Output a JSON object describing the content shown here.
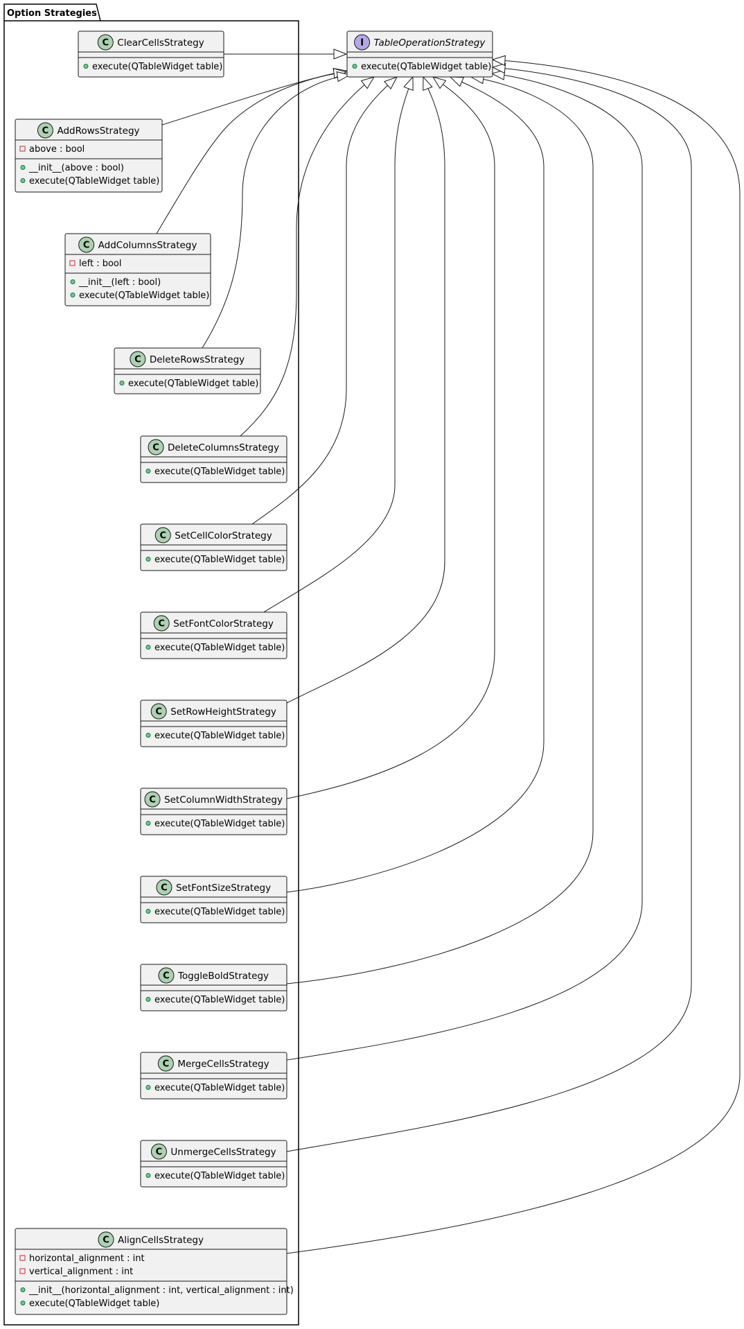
{
  "package": {
    "label": "Option Strategies"
  },
  "interface": {
    "name": "TableOperationStrategy",
    "badge": "I",
    "methods": [
      "execute(QTableWidget table)"
    ]
  },
  "classes": [
    {
      "name": "ClearCellsStrategy",
      "badge": "C",
      "fields": [],
      "methods": [
        "execute(QTableWidget table)"
      ]
    },
    {
      "name": "AddRowsStrategy",
      "badge": "C",
      "fields": [
        "above : bool"
      ],
      "methods": [
        "__init__(above : bool)",
        "execute(QTableWidget table)"
      ]
    },
    {
      "name": "AddColumnsStrategy",
      "badge": "C",
      "fields": [
        "left : bool"
      ],
      "methods": [
        "__init__(left : bool)",
        "execute(QTableWidget table)"
      ]
    },
    {
      "name": "DeleteRowsStrategy",
      "badge": "C",
      "fields": [],
      "methods": [
        "execute(QTableWidget table)"
      ]
    },
    {
      "name": "DeleteColumnsStrategy",
      "badge": "C",
      "fields": [],
      "methods": [
        "execute(QTableWidget table)"
      ]
    },
    {
      "name": "SetCellColorStrategy",
      "badge": "C",
      "fields": [],
      "methods": [
        "execute(QTableWidget table)"
      ]
    },
    {
      "name": "SetFontColorStrategy",
      "badge": "C",
      "fields": [],
      "methods": [
        "execute(QTableWidget table)"
      ]
    },
    {
      "name": "SetRowHeightStrategy",
      "badge": "C",
      "fields": [],
      "methods": [
        "execute(QTableWidget table)"
      ]
    },
    {
      "name": "SetColumnWidthStrategy",
      "badge": "C",
      "fields": [],
      "methods": [
        "execute(QTableWidget table)"
      ]
    },
    {
      "name": "SetFontSizeStrategy",
      "badge": "C",
      "fields": [],
      "methods": [
        "execute(QTableWidget table)"
      ]
    },
    {
      "name": "ToggleBoldStrategy",
      "badge": "C",
      "fields": [],
      "methods": [
        "execute(QTableWidget table)"
      ]
    },
    {
      "name": "MergeCellsStrategy",
      "badge": "C",
      "fields": [],
      "methods": [
        "execute(QTableWidget table)"
      ]
    },
    {
      "name": "UnmergeCellsStrategy",
      "badge": "C",
      "fields": [],
      "methods": [
        "execute(QTableWidget table)"
      ]
    },
    {
      "name": "AlignCellsStrategy",
      "badge": "C",
      "fields": [
        "horizontal_alignment : int",
        "vertical_alignment : int"
      ],
      "methods": [
        "__init__(horizontal_alignment : int, vertical_alignment : int)",
        "execute(QTableWidget table)"
      ]
    }
  ],
  "relations": [
    {
      "from": "ClearCellsStrategy",
      "to": "TableOperationStrategy",
      "type": "implements"
    },
    {
      "from": "AddRowsStrategy",
      "to": "TableOperationStrategy",
      "type": "implements"
    },
    {
      "from": "AddColumnsStrategy",
      "to": "TableOperationStrategy",
      "type": "implements"
    },
    {
      "from": "DeleteRowsStrategy",
      "to": "TableOperationStrategy",
      "type": "implements"
    },
    {
      "from": "DeleteColumnsStrategy",
      "to": "TableOperationStrategy",
      "type": "implements"
    },
    {
      "from": "SetCellColorStrategy",
      "to": "TableOperationStrategy",
      "type": "implements"
    },
    {
      "from": "SetFontColorStrategy",
      "to": "TableOperationStrategy",
      "type": "implements"
    },
    {
      "from": "SetRowHeightStrategy",
      "to": "TableOperationStrategy",
      "type": "implements"
    },
    {
      "from": "SetColumnWidthStrategy",
      "to": "TableOperationStrategy",
      "type": "implements"
    },
    {
      "from": "SetFontSizeStrategy",
      "to": "TableOperationStrategy",
      "type": "implements"
    },
    {
      "from": "ToggleBoldStrategy",
      "to": "TableOperationStrategy",
      "type": "implements"
    },
    {
      "from": "MergeCellsStrategy",
      "to": "TableOperationStrategy",
      "type": "implements"
    },
    {
      "from": "UnmergeCellsStrategy",
      "to": "TableOperationStrategy",
      "type": "implements"
    },
    {
      "from": "AlignCellsStrategy",
      "to": "TableOperationStrategy",
      "type": "implements"
    }
  ],
  "colors": {
    "class_badge": "#add1b2",
    "interface_badge": "#b4a7e5",
    "box_fill": "#f1f1f1",
    "public_marker": "#84be84",
    "private_marker": "#c82930"
  }
}
